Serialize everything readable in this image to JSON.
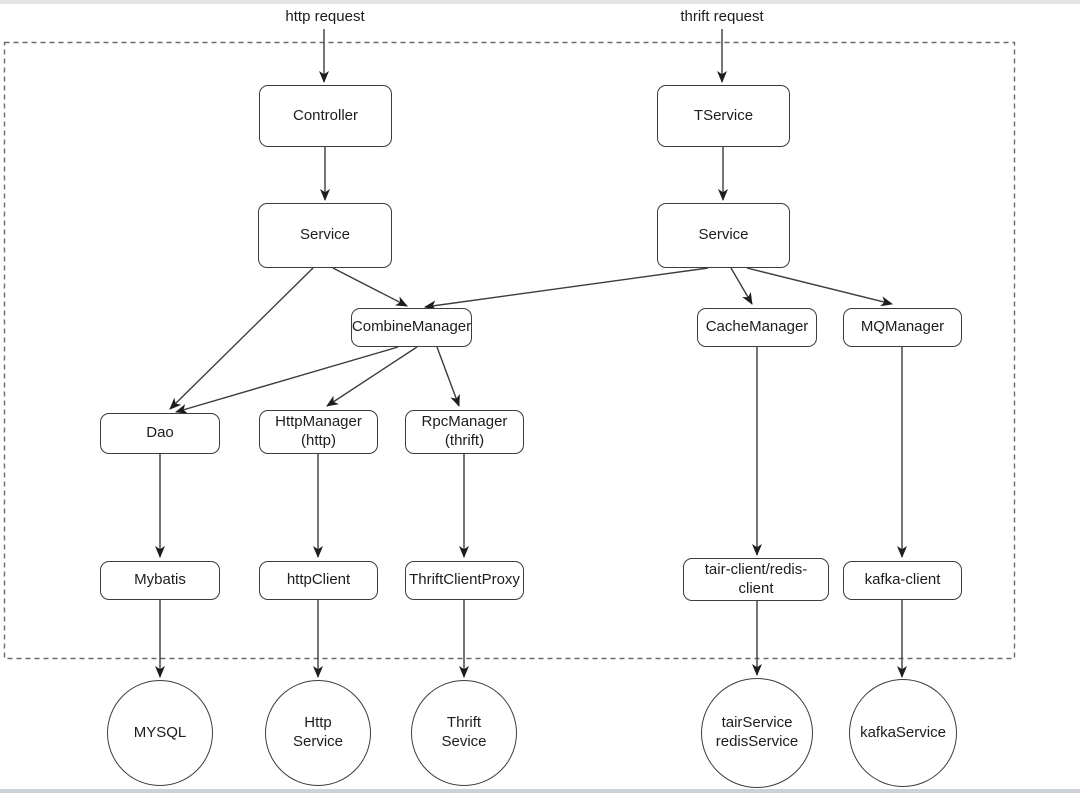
{
  "page": {
    "background_color": "#ffffff",
    "stroke_color": "#3c3c3c",
    "text_color": "#1d1d1d",
    "boundary_style": "dashed"
  },
  "diagram": {
    "external_labels": {
      "http_request": "http request",
      "thrift_request": "thrift request"
    },
    "nodes": {
      "controller": "Controller",
      "tservice": "TService",
      "service_http": "Service",
      "service_thrift": "Service",
      "combine_manager": "CombineManager",
      "cache_manager": "CacheManager",
      "mq_manager": "MQManager",
      "dao": "Dao",
      "http_manager": "HttpManager\n(http)",
      "rpc_manager": "RpcManager\n(thrift)",
      "mybatis": "Mybatis",
      "http_client": "httpClient",
      "thrift_client_proxy": "ThriftClientProxy",
      "tair_redis_client": "tair-client/redis-\nclient",
      "kafka_client": "kafka-client",
      "mysql_db": "MYSQL",
      "http_service_ext": "Http\nService",
      "thrift_service_ext": "Thrift\nSevice",
      "tair_service_ext": "tairService\nredisService",
      "kafka_service_ext": "kafkaService"
    },
    "edges": [
      {
        "from": "http request",
        "to": "Controller"
      },
      {
        "from": "thrift request",
        "to": "TService"
      },
      {
        "from": "Controller",
        "to": "Service (http)"
      },
      {
        "from": "TService",
        "to": "Service (thrift)"
      },
      {
        "from": "Service (http)",
        "to": "CombineManager"
      },
      {
        "from": "Service (http)",
        "to": "Dao"
      },
      {
        "from": "Service (thrift)",
        "to": "CombineManager"
      },
      {
        "from": "Service (thrift)",
        "to": "CacheManager"
      },
      {
        "from": "Service (thrift)",
        "to": "MQManager"
      },
      {
        "from": "CombineManager",
        "to": "Dao"
      },
      {
        "from": "CombineManager",
        "to": "HttpManager (http)"
      },
      {
        "from": "CombineManager",
        "to": "RpcManager (thrift)"
      },
      {
        "from": "Dao",
        "to": "Mybatis"
      },
      {
        "from": "HttpManager (http)",
        "to": "httpClient"
      },
      {
        "from": "RpcManager (thrift)",
        "to": "ThriftClientProxy"
      },
      {
        "from": "CacheManager",
        "to": "tair-client/redis-client"
      },
      {
        "from": "MQManager",
        "to": "kafka-client"
      },
      {
        "from": "Mybatis",
        "to": "MYSQL"
      },
      {
        "from": "httpClient",
        "to": "Http Service"
      },
      {
        "from": "ThriftClientProxy",
        "to": "Thrift Sevice"
      },
      {
        "from": "tair-client/redis-client",
        "to": "tairService redisService"
      },
      {
        "from": "kafka-client",
        "to": "kafkaService"
      }
    ]
  }
}
